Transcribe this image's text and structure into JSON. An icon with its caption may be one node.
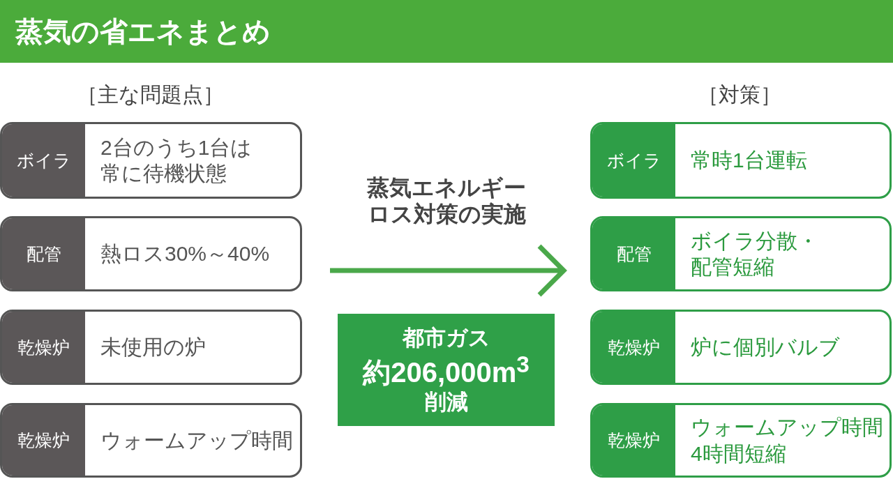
{
  "diagram": {
    "title": "蒸気の省エネまとめ",
    "nodes": [
      {
        "text": [
          "ボイラ",
          "2台のうち1台は常に待機状態"
        ]
      },
      {
        "text": [
          "配管",
          "熱ロス30%～40%"
        ]
      },
      {
        "text": [
          "乾燥炉",
          "未使用の炉"
        ]
      },
      {
        "text": [
          "乾燥炉",
          "ウォームアップ時間"
        ]
      },
      {
        "text": [
          "都市ガス",
          "約206,000m$^{3}$",
          "削減"
        ]
      },
      {
        "text": [
          "ボイラ",
          "常時1台運転"
        ]
      },
      {
        "text": [
          "配管",
          "ボイラ分散・配管短縮"
        ]
      },
      {
        "text": [
          "乾燥炉",
          "炉に個別バルブ"
        ]
      },
      {
        "text": [
          "乾燥炉",
          "ウォームアップ時間4時間短縮"
        ]
      }
    ],
    "labels": [
      "［主な問題点］",
      "［対策］",
      "蒸気エネルギーロス対策の実施"
    ]
  }
}
